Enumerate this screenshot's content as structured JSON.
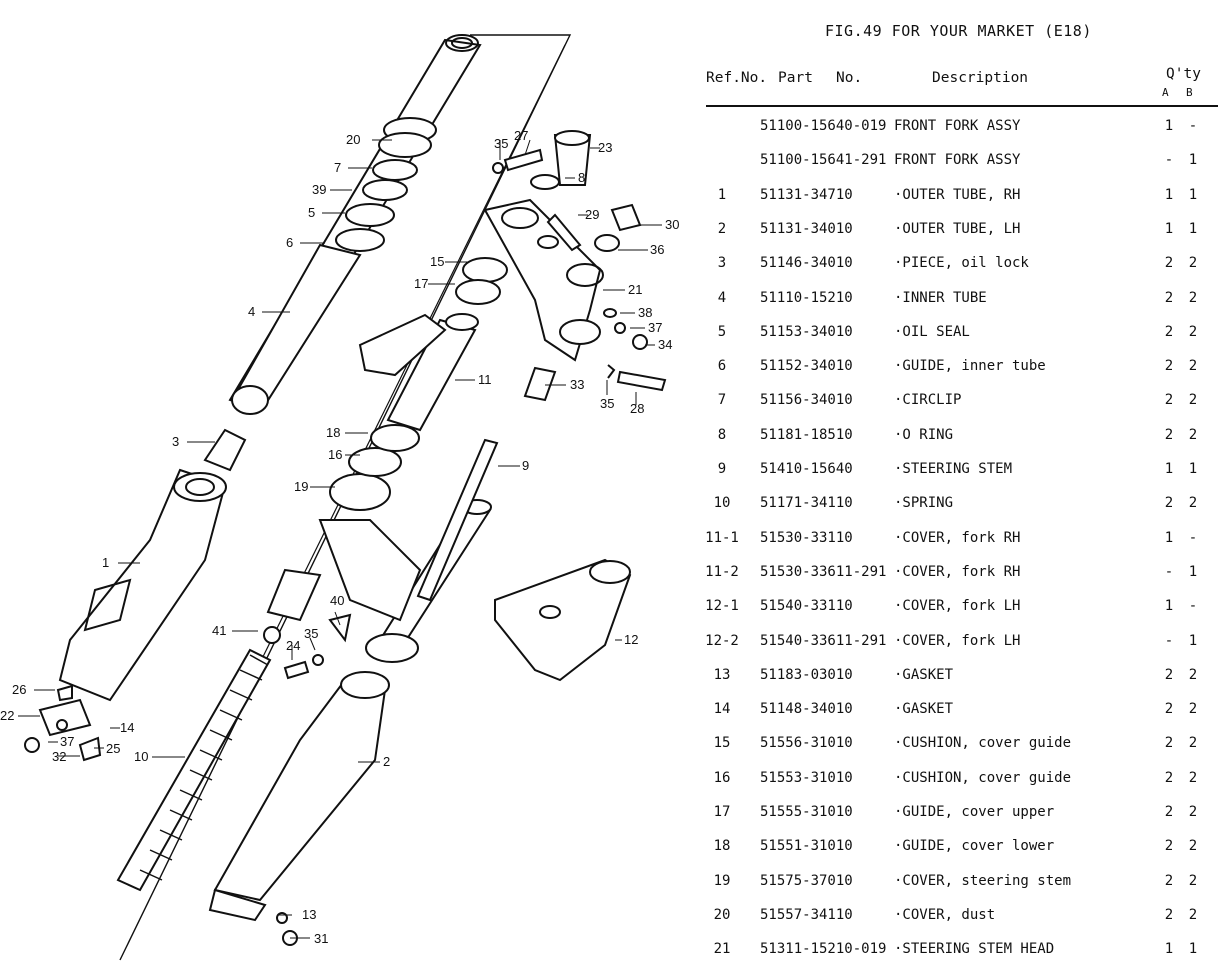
{
  "figure": {
    "title": "FIG.49  FOR YOUR MARKET (E18)",
    "header": {
      "ref_no": "Ref.No.",
      "part": "Part",
      "no": "No.",
      "description": "Description",
      "qty": "Q'ty",
      "qty_a": "A",
      "qty_b": "B"
    },
    "rows": [
      {
        "ref": "",
        "part": "51100-15640-019",
        "desc": "FRONT FORK ASSY",
        "a": "1",
        "b": "-"
      },
      {
        "ref": "",
        "part": "51100-15641-291",
        "desc": "FRONT FORK ASSY",
        "a": "-",
        "b": "1"
      },
      {
        "ref": "1",
        "part": "51131-34710",
        "desc": "·OUTER TUBE, RH",
        "a": "1",
        "b": "1"
      },
      {
        "ref": "2",
        "part": "51131-34010",
        "desc": "·OUTER TUBE, LH",
        "a": "1",
        "b": "1"
      },
      {
        "ref": "3",
        "part": "51146-34010",
        "desc": "·PIECE, oil lock",
        "a": "2",
        "b": "2"
      },
      {
        "ref": "4",
        "part": "51110-15210",
        "desc": "·INNER TUBE",
        "a": "2",
        "b": "2"
      },
      {
        "ref": "5",
        "part": "51153-34010",
        "desc": "·OIL SEAL",
        "a": "2",
        "b": "2"
      },
      {
        "ref": "6",
        "part": "51152-34010",
        "desc": "·GUIDE, inner tube",
        "a": "2",
        "b": "2"
      },
      {
        "ref": "7",
        "part": "51156-34010",
        "desc": "·CIRCLIP",
        "a": "2",
        "b": "2"
      },
      {
        "ref": "8",
        "part": "51181-18510",
        "desc": "·O RING",
        "a": "2",
        "b": "2"
      },
      {
        "ref": "9",
        "part": "51410-15640",
        "desc": "·STEERING STEM",
        "a": "1",
        "b": "1"
      },
      {
        "ref": "10",
        "part": "51171-34110",
        "desc": "·SPRING",
        "a": "2",
        "b": "2"
      },
      {
        "ref": "11-1",
        "part": "51530-33110",
        "desc": "·COVER, fork RH",
        "a": "1",
        "b": "-"
      },
      {
        "ref": "11-2",
        "part": "51530-33611-291",
        "desc": "·COVER, fork RH",
        "a": "-",
        "b": "1"
      },
      {
        "ref": "12-1",
        "part": "51540-33110",
        "desc": "·COVER, fork LH",
        "a": "1",
        "b": "-"
      },
      {
        "ref": "12-2",
        "part": "51540-33611-291",
        "desc": "·COVER, fork LH",
        "a": "-",
        "b": "1"
      },
      {
        "ref": "13",
        "part": "51183-03010",
        "desc": "·GASKET",
        "a": "2",
        "b": "2"
      },
      {
        "ref": "14",
        "part": "51148-34010",
        "desc": "·GASKET",
        "a": "2",
        "b": "2"
      },
      {
        "ref": "15",
        "part": "51556-31010",
        "desc": "·CUSHION, cover guide",
        "a": "2",
        "b": "2"
      },
      {
        "ref": "16",
        "part": "51553-31010",
        "desc": "·CUSHION, cover guide",
        "a": "2",
        "b": "2"
      },
      {
        "ref": "17",
        "part": "51555-31010",
        "desc": "·GUIDE, cover upper",
        "a": "2",
        "b": "2"
      },
      {
        "ref": "18",
        "part": "51551-31010",
        "desc": "·GUIDE, cover lower",
        "a": "2",
        "b": "2"
      },
      {
        "ref": "19",
        "part": "51575-37010",
        "desc": "·COVER, steering stem",
        "a": "2",
        "b": "2"
      },
      {
        "ref": "20",
        "part": "51557-34110",
        "desc": "·COVER, dust",
        "a": "2",
        "b": "2"
      },
      {
        "ref": "21",
        "part": "51311-15210-019",
        "desc": "·STEERING STEM HEAD",
        "a": "1",
        "b": "1"
      }
    ]
  },
  "diagram": {
    "callouts": [
      "20",
      "7",
      "39",
      "5",
      "6",
      "4",
      "3",
      "1",
      "26",
      "22",
      "37",
      "32",
      "14",
      "25",
      "10",
      "2",
      "13",
      "31",
      "35",
      "27",
      "23",
      "8",
      "29",
      "30",
      "36",
      "21",
      "38",
      "37",
      "34",
      "15",
      "17",
      "11",
      "33",
      "35",
      "28",
      "18",
      "16",
      "19",
      "9",
      "12",
      "40",
      "41",
      "24",
      "35"
    ]
  }
}
